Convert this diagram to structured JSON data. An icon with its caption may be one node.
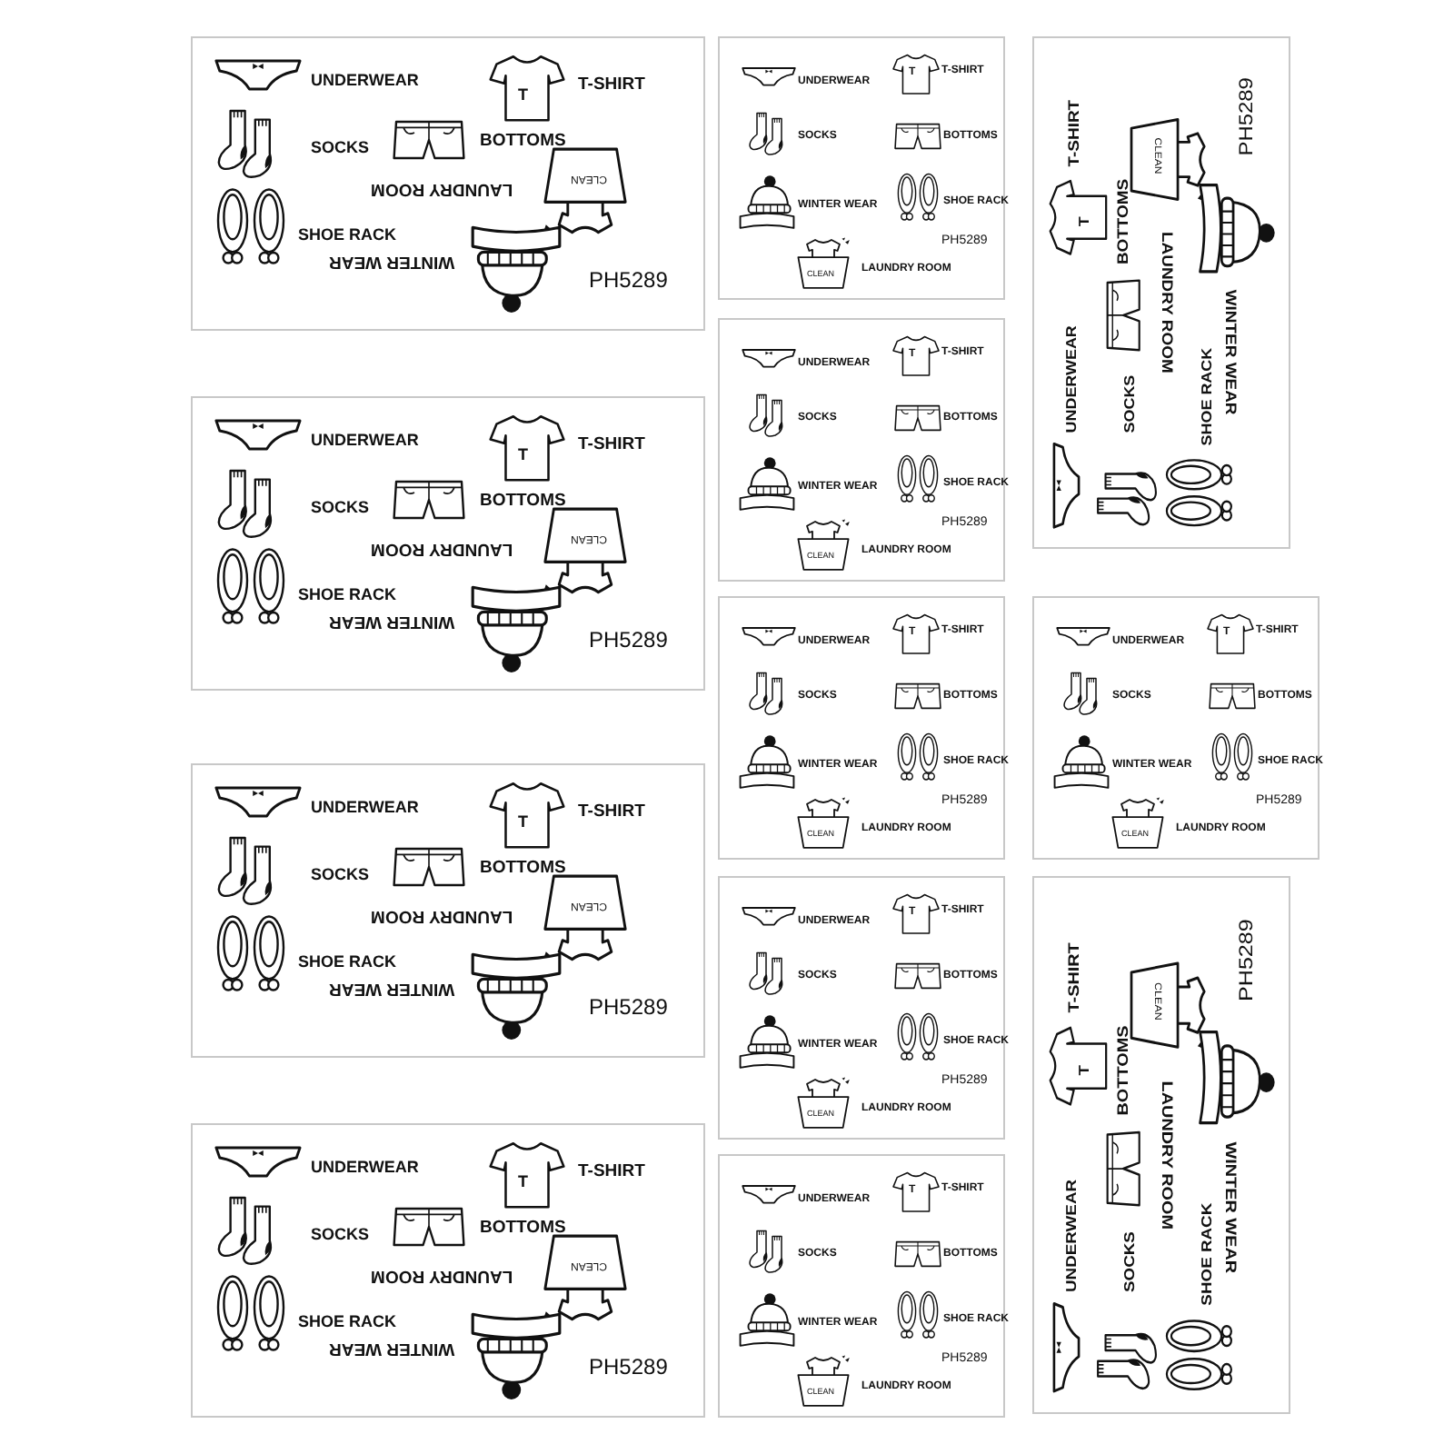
{
  "diagram": {
    "nodes": [
      {
        "text": [
          "UNDERWEAR",
          "T",
          "T-SHIRT",
          "SOCKS",
          "BOTTOMS",
          "CLEAN",
          "LAUNDRY ROOM",
          "SHOE RACK",
          "WINTER WEAR",
          "PH5289"
        ]
      },
      {
        "text": [
          "UNDERWEAR",
          "T",
          "T-SHIRT",
          "SOCKS",
          "BOTTOMS",
          "CLEAN",
          "LAUNDRY ROOM",
          "SHOE RACK",
          "WINTER WEAR",
          "PH5289"
        ]
      },
      {
        "text": [
          "UNDERWEAR",
          "T",
          "T-SHIRT",
          "SOCKS",
          "BOTTOMS",
          "CLEAN",
          "LAUNDRY ROOM",
          "SHOE RACK",
          "WINTER WEAR",
          "PH5289"
        ]
      },
      {
        "text": [
          "UNDERWEAR",
          "T",
          "T-SHIRT",
          "SOCKS",
          "BOTTOMS",
          "CLEAN",
          "LAUNDRY ROOM",
          "SHOE RACK",
          "WINTER WEAR",
          "PH5289"
        ]
      },
      {
        "text": [
          "UNDERWEAR",
          "T",
          "T-SHIRT",
          "SOCKS",
          "BOTTOMS",
          "WINTER WEAR",
          "SHOE RACK",
          "PH5289",
          "CLEAN",
          "LAUNDRY ROOM"
        ]
      },
      {
        "text": [
          "UNDERWEAR",
          "T",
          "T-SHIRT",
          "SOCKS",
          "BOTTOMS",
          "WINTER WEAR",
          "SHOE RACK",
          "PH5289",
          "CLEAN",
          "LAUNDRY ROOM"
        ]
      },
      {
        "text": [
          "UNDERWEAR",
          "T",
          "T-SHIRT",
          "SOCKS",
          "BOTTOMS",
          "WINTER WEAR",
          "SHOE RACK",
          "PH5289",
          "CLEAN",
          "LAUNDRY ROOM"
        ]
      },
      {
        "text": [
          "UNDERWEAR",
          "T",
          "T-SHIRT",
          "SOCKS",
          "BOTTOMS",
          "WINTER WEAR",
          "SHOE RACK",
          "PH5289",
          "CLEAN",
          "LAUNDRY ROOM"
        ]
      },
      {
        "text": [
          "UNDERWEAR",
          "T",
          "T-SHIRT",
          "SOCKS",
          "BOTTOMS",
          "WINTER WEAR",
          "SHOE RACK",
          "PH5289",
          "CLEAN",
          "LAUNDRY ROOM"
        ]
      },
      {
        "text": [
          "UNDERWEAR",
          "T",
          "T-SHIRT",
          "SOCKS",
          "BOTTOMS",
          "CLEAN",
          "LAUNDRY ROOM",
          "SHOE RACK",
          "WINTER WEAR",
          "PH5289"
        ]
      },
      {
        "text": [
          "UNDERWEAR",
          "T",
          "T-SHIRT",
          "SOCKS",
          "BOTTOMS",
          "WINTER WEAR",
          "SHOE RACK",
          "PH5289",
          "CLEAN",
          "LAUNDRY ROOM"
        ]
      },
      {
        "text": [
          "UNDERWEAR",
          "T",
          "T-SHIRT",
          "SOCKS",
          "BOTTOMS",
          "CLEAN",
          "LAUNDRY ROOM",
          "SHOE RACK",
          "WINTER WEAR",
          "PH5289"
        ]
      }
    ]
  }
}
